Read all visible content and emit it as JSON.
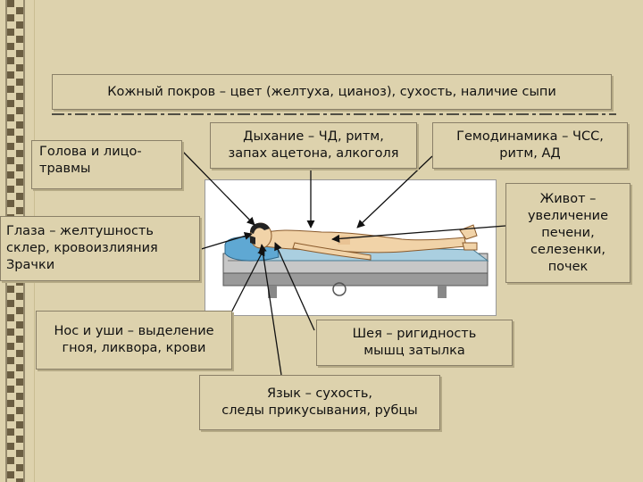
{
  "boxes": {
    "skin": "Кожный покров – цвет (желтуха, цианоз), сухость, наличие сыпи",
    "head": "Голова и лицо-\nтравмы",
    "breath": "Дыхание – ЧД, ритм,\nзапах ацетона, алкоголя",
    "hemo": "Гемодинамика – ЧСС,\nритм, АД",
    "abdomen": "Живот –\nувеличение\nпечени,\nселезенки,\nпочек",
    "eyes": "Глаза – желтушность\nсклер, кровоизлияния\nЗрачки",
    "nose": "Нос и уши – выделение\nгноя, ликвора, крови",
    "neck": "Шея – ригидность\nмышц затылка",
    "tongue": "Язык – сухость,\nследы прикусывания, рубцы"
  },
  "colors": {
    "background": "#ddd2ad",
    "border": "#8a8068",
    "arrow": "#111111",
    "mattress": "#aacfe0",
    "pillow": "#5fa8d3",
    "skin": "#f1d3a8"
  }
}
